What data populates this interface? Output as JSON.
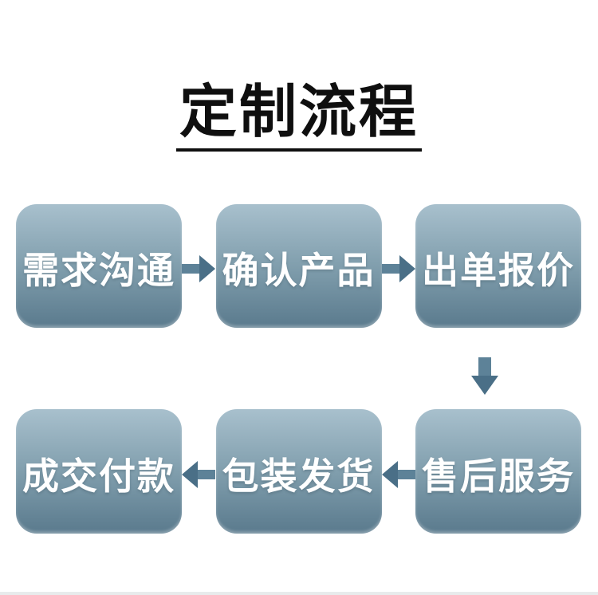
{
  "title": {
    "text": "定制流程"
  },
  "flow": {
    "top_row": [
      "需求沟通",
      "确认产品",
      "出单报价"
    ],
    "bottom_row": [
      "成交付款",
      "包装发货",
      "售后服务"
    ],
    "top_row_direction": "right",
    "connector_direction": "down",
    "bottom_row_direction": "left"
  },
  "colors": {
    "background": "#ffffff",
    "box-gradient-top": "#a8c0cd",
    "box-gradient-mid": "#7f9dac",
    "box-gradient-bottom": "#5a7a8d",
    "box-text-color": "#ffffff",
    "arrow-shaft": "#5d8298",
    "arrow-head": "#4a6f87",
    "title-color": "#0f0f0f",
    "bottom-strip": "#d8dde0"
  }
}
